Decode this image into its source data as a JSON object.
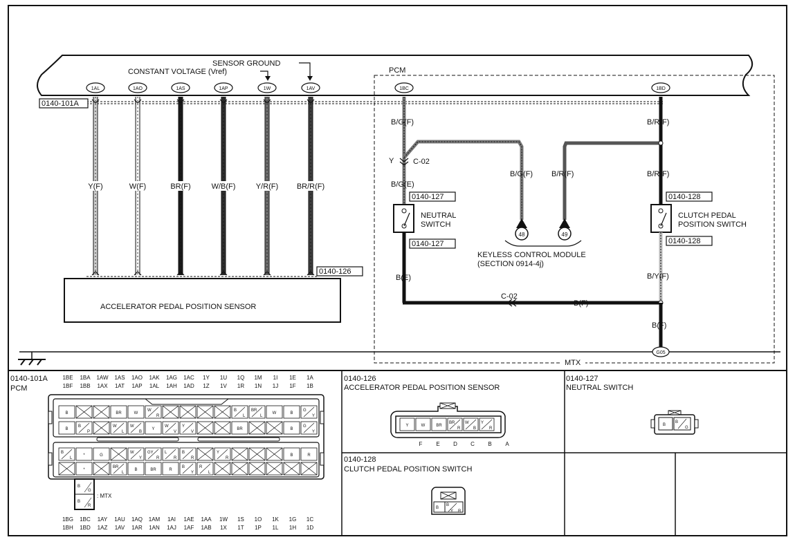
{
  "top": {
    "sensor_ground": "SENSOR GROUND",
    "constant_voltage": "CONSTANT VOLTAGE (Vref)",
    "pcm": "PCM",
    "mtx": "MTX"
  },
  "pcm_terminals": [
    {
      "id": "1AL",
      "wire": "Y(F)",
      "sensor_pin": "F"
    },
    {
      "id": "1AO",
      "wire": "W(F)",
      "sensor_pin": "E"
    },
    {
      "id": "1AS",
      "wire": "BR(F)",
      "sensor_pin": "D"
    },
    {
      "id": "1AP",
      "wire": "W/B(F)",
      "sensor_pin": "B"
    },
    {
      "id": "1W",
      "wire": "Y/R(F)",
      "sensor_pin": "A"
    },
    {
      "id": "1AV",
      "wire": "BR/R(F)",
      "sensor_pin": "C"
    }
  ],
  "right_terminals": {
    "left": "1BC",
    "right": "1BD"
  },
  "connector_refs": {
    "pcm": "0140-101A",
    "sensor": "0140-126",
    "neutral": "0140-127",
    "clutch": "0140-128"
  },
  "components": {
    "sensor": "ACCELERATOR PEDAL POSITION SENSOR",
    "neutral_line1": "NEUTRAL",
    "neutral_line2": "SWITCH",
    "clutch_line1": "CLUTCH PEDAL",
    "clutch_line2": "POSITION SWITCH",
    "keyless_line1": "KEYLESS CONTROL MODULE",
    "keyless_line2": "(SECTION 0914-4j)",
    "keyless_pin_1": "48",
    "keyless_pin_2": "49",
    "ground": "G05"
  },
  "wires": {
    "bg_f": "B/G(F)",
    "br_f": "B/R(F)",
    "y": "Y",
    "c02": "C-02",
    "bg_e": "B/G(E)",
    "b_e": "B(E)",
    "b_f": "B(F)",
    "by_f": "B/Y(F)"
  },
  "bottom": {
    "pcm_code": "0140-101A",
    "pcm_name": "PCM",
    "pcm_top_row1": [
      "1BE",
      "1BA",
      "1AW",
      "1AS",
      "1AO",
      "1AK",
      "1AG",
      "1AC",
      "1Y",
      "1U",
      "1Q",
      "1M",
      "1I",
      "1E",
      "1A"
    ],
    "pcm_top_row2": [
      "1BF",
      "1BB",
      "1AX",
      "1AT",
      "1AP",
      "1AL",
      "1AH",
      "1AD",
      "1Z",
      "1V",
      "1R",
      "1N",
      "1J",
      "1F",
      "1B"
    ],
    "pcm_bottom_row1": [
      "1BG",
      "1BC",
      "1AY",
      "1AU",
      "1AQ",
      "1AM",
      "1AI",
      "1AE",
      "1AA",
      "1W",
      "1S",
      "1O",
      "1K",
      "1G",
      "1C"
    ],
    "pcm_bottom_row2": [
      "1BH",
      "1BD",
      "1AZ",
      "1AV",
      "1AR",
      "1AN",
      "1AJ",
      "1AF",
      "1AB",
      "1X",
      "1T",
      "1P",
      "1L",
      "1H",
      "1D"
    ],
    "mtx_note": ": MTX",
    "sensor_code": "0140-126",
    "sensor_name": "ACCELERATOR PEDAL POSITION SENSOR",
    "sensor_pin_letters": [
      "F",
      "E",
      "D",
      "C",
      "B",
      "A"
    ],
    "sensor_cells": [
      "Y",
      "W",
      "BR",
      "BR/R",
      "W/B",
      "Y/R"
    ],
    "neutral_code": "0140-127",
    "neutral_name": "NEUTRAL SWITCH",
    "clutch_code": "0140-128",
    "clutch_name": "CLUTCH PEDAL POSITION SWITCH"
  },
  "pcm_cells": {
    "b": "B",
    "br": "BR",
    "w": "W",
    "r": "R",
    "l": "L",
    "g": "G",
    "y": "Y",
    "v": "V",
    "p": "P",
    "star": "*",
    "gy": "GY"
  }
}
